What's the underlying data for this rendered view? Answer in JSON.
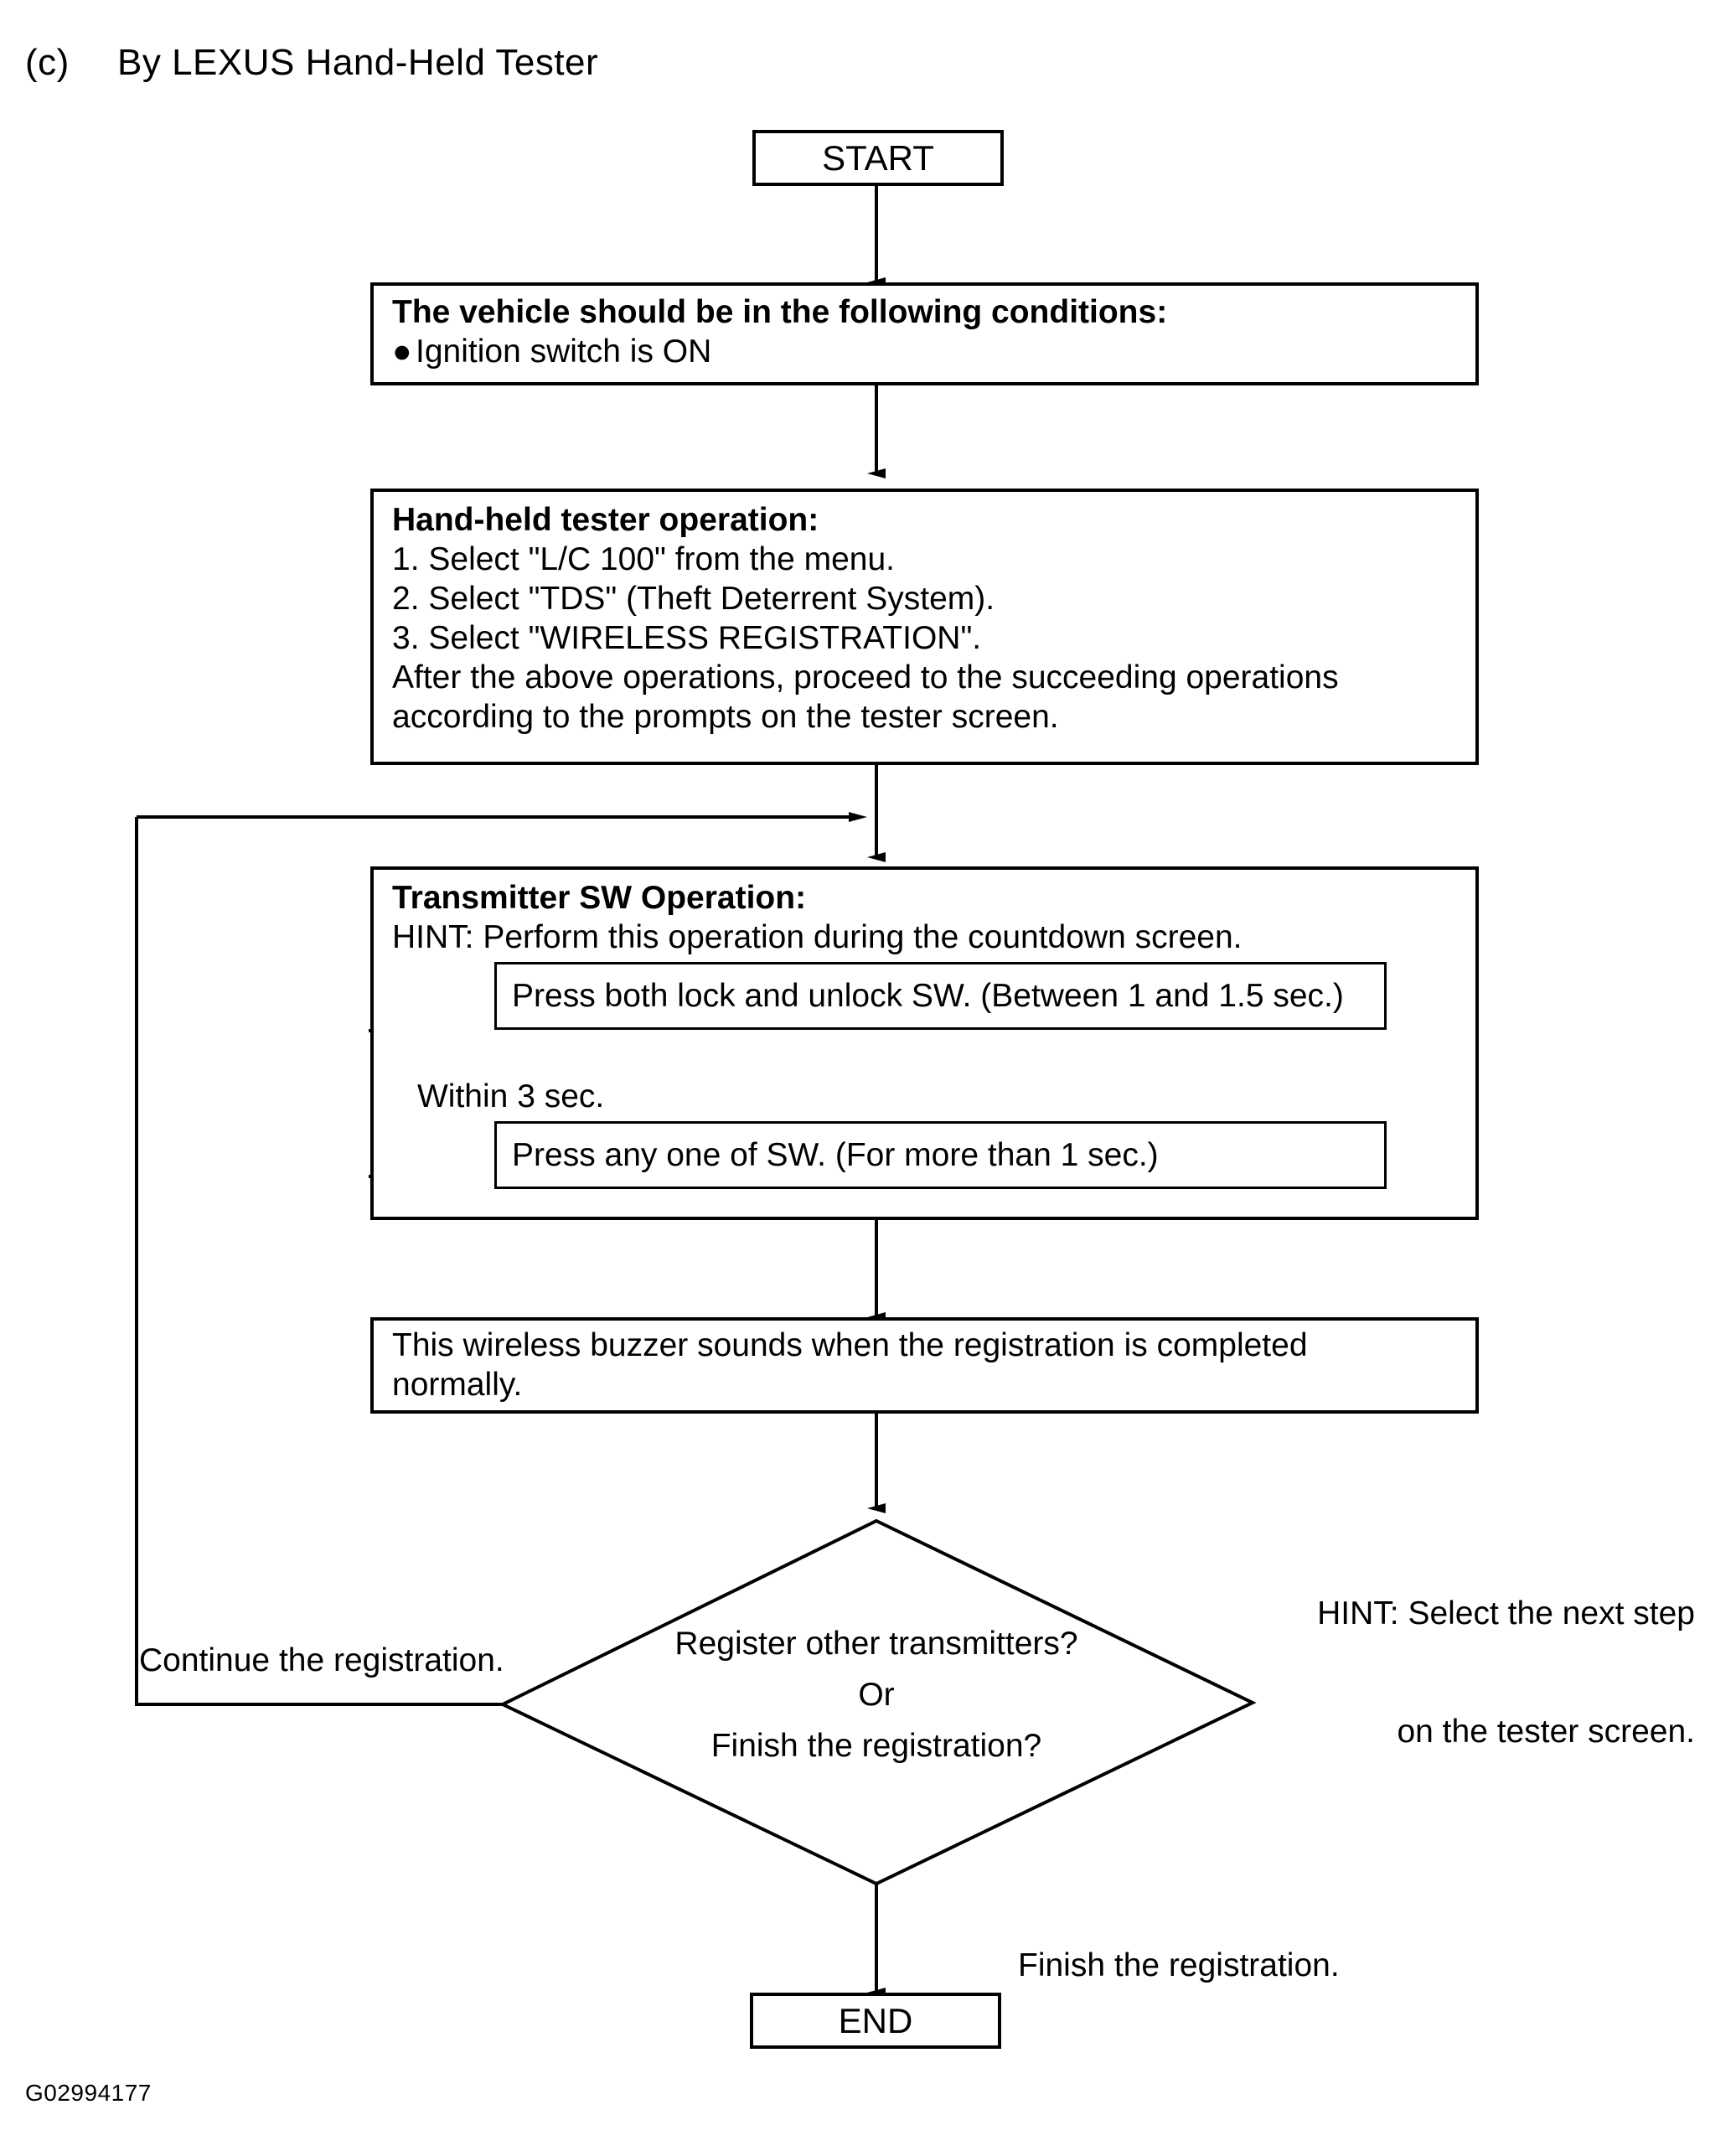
{
  "heading": {
    "label": "(c)",
    "text": "By LEXUS Hand-Held Tester"
  },
  "nodes": {
    "start": "START",
    "end": "END",
    "conditions": {
      "title": "The vehicle should be in the following conditions:",
      "bullet_1": "Ignition switch is ON"
    },
    "tester_operation": {
      "title": "Hand-held  tester operation:",
      "step_1": "1. Select \"L/C 100\" from the menu.",
      "step_2": "2. Select \"TDS\" (Theft Deterrent System).",
      "step_3": "3. Select \"WIRELESS REGISTRATION\".",
      "note_line_1": "After the above operations, proceed to the succeeding operations",
      "note_line_2": "according to the prompts on the tester screen."
    },
    "transmitter_operation": {
      "title": "Transmitter SW Operation:",
      "hint": "HINT: Perform this operation during the countdown screen.",
      "inner_box_1": "Press both lock and unlock SW. (Between 1 and 1.5 sec.)",
      "inner_box_2": "Press any one of SW. (For more than 1 sec.)",
      "timing_label": "Within 3 sec."
    },
    "buzzer": {
      "line_1": "This wireless buzzer sounds when the registration is completed",
      "line_2": "normally."
    },
    "decision": {
      "line_1": "Register other transmitters?",
      "line_2": "Or",
      "line_3": "Finish the registration?"
    }
  },
  "edge_labels": {
    "continue": "Continue the registration.",
    "finish": "Finish the registration."
  },
  "hints": {
    "tester_screen_line_1": "HINT: Select the next step",
    "tester_screen_line_2": "on the tester screen."
  },
  "figure_id": "G02994177",
  "colors": {
    "ink": "#000000",
    "paper": "#ffffff"
  }
}
